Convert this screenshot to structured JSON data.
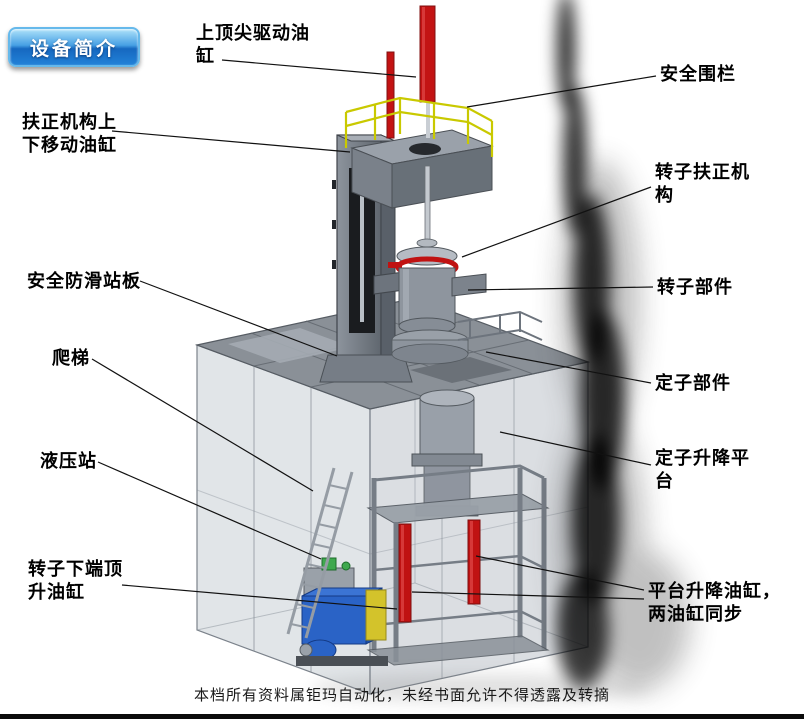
{
  "badge": {
    "label": "设备简介"
  },
  "labels": {
    "top_drive_cylinder": "上顶尖驱动油\n缸",
    "safety_fence": "安全围栏",
    "centering_move_cylinder": "扶正机构上\n下移动油缸",
    "rotor_centering_mechanism": "转子扶正机\n构",
    "anti_slip_platform": "安全防滑站板",
    "rotor_component": "转子部件",
    "ladder": "爬梯",
    "stator_component": "定子部件",
    "hydraulic_station": "液压站",
    "stator_lift_platform": "定子升降平\n台",
    "rotor_bottom_jack": "转子下端顶\n升油缸",
    "platform_lift_cylinders": "平台升降油缸，\n两油缸同步"
  },
  "footer": {
    "watermark": "本档所有资料属钜玛自动化，未经书面允许不得透露及转摘"
  },
  "colors": {
    "cylinder_red": "#c31313",
    "fence_yellow": "#c9c900",
    "hydraulic_blue": "#2a63c6",
    "badge_blue": "#2282d8",
    "structure_gray": "#8a9097"
  }
}
